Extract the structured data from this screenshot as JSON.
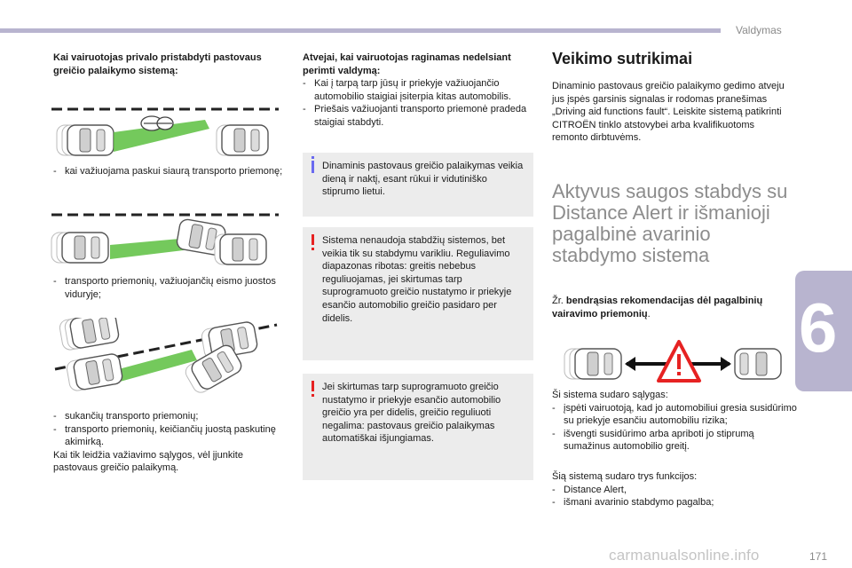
{
  "header": {
    "section": "Valdymas",
    "chapter": "6",
    "page": "171",
    "watermark": "carmanualsonline.info"
  },
  "col1": {
    "title": "Kai vairuotojas privalo pristabdyti pastovaus greičio palaikymo sistemą:",
    "item1": "kai važiuojama paskui siaurą transporto priemonę;",
    "item2": "transporto priemonių, važiuojančių eismo juostos viduryje;",
    "item3": "sukančių transporto priemonių;",
    "item4": "transporto priemonių, keičiančių juostą paskutinę akimirką.",
    "closing": "Kai tik leidžia važiavimo sąlygos, vėl įjunkite pastovaus greičio palaikymą."
  },
  "col2": {
    "title": "Atvejai, kai vairuotojas raginamas nedelsiant perimti valdymą:",
    "item1": "Kai į tarpą tarp jūsų ir priekyje važiuojančio automobilio staigiai įsiterpia kitas automobilis.",
    "item2": "Priešais važiuojanti transporto priemonė pradeda staigiai stabdyti.",
    "info": "Dinaminis pastovaus greičio palaikymas veikia dieną ir naktį, esant rūkui ir vidutiniško stiprumo lietui.",
    "warn1": "Sistema nenaudoja stabdžių sistemos, bet veikia tik su stabdymu varikliu. Reguliavimo diapazonas ribotas: greitis nebebus reguliuojamas, jei skirtumas tarp suprogramuoto greičio nustatymo ir priekyje esančio automobilio greičio pasidaro per didelis.",
    "warn2": "Jei skirtumas tarp suprogramuoto greičio nustatymo ir priekyje esančio automobilio greičio yra per didelis, greičio reguliuoti negalima: pastovaus greičio palaikymas automatiškai išjungiamas."
  },
  "col3": {
    "heading": "Veikimo sutrikimai",
    "body": "Dinaminio pastovaus greičio palaikymo gedimo atveju jus įspės garsinis signalas ir rodomas pranešimas „Driving aid functions fault“. Leiskite sistemą patikrinti CITROËN tinklo atstovybei arba kvalifikuotoms remonto dirbtuvėms.",
    "heading2": "Aktyvus saugos stabdys su Distance Alert ir išmanioji pagalbinė avarinio stabdymo sistema",
    "ref_prefix": "Žr.",
    "ref_bold": "bendrąsias rekomendacijas dėl pagalbinių vairavimo priemonių",
    "ref_suffix": ".",
    "intro": "Ši sistema sudaro sąlygas:",
    "item1": "įspėti vairuotoją, kad jo automobiliui gresia susidūrimo su priekyje esančiu automobiliu rizika;",
    "item2": "išvengti susidūrimo arba apriboti jo stiprumą sumažinus automobilio greitį.",
    "func_intro": "Šią sistemą sudaro trys funkcijos:",
    "func1": "Distance Alert,",
    "func2": "išmani avarinio stabdymo pagalba;"
  },
  "ui": {
    "dash": "-",
    "info_mark": "i",
    "warn_mark": "!"
  },
  "colors": {
    "accent": "#b8b4cf",
    "green": "#5cc040",
    "note_bg": "#ececec",
    "info": "#6a6af0",
    "warning": "#e62222"
  }
}
